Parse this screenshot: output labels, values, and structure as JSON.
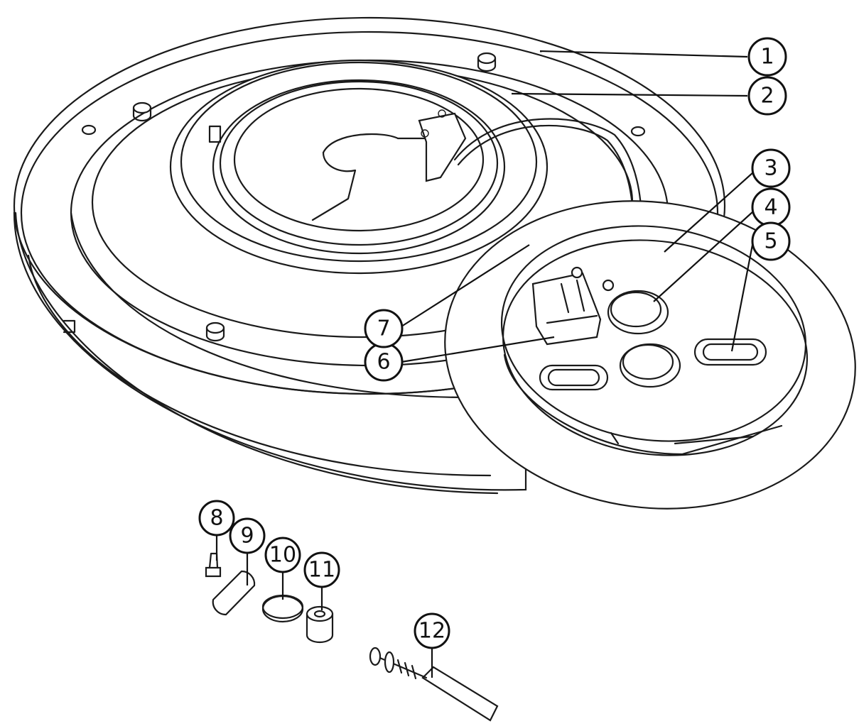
{
  "callouts": [
    {
      "id": "1",
      "label": "1"
    },
    {
      "id": "2",
      "label": "2"
    },
    {
      "id": "3",
      "label": "3"
    },
    {
      "id": "4",
      "label": "4"
    },
    {
      "id": "5",
      "label": "5"
    },
    {
      "id": "6",
      "label": "6"
    },
    {
      "id": "7",
      "label": "7"
    },
    {
      "id": "8",
      "label": "8"
    },
    {
      "id": "9",
      "label": "9"
    },
    {
      "id": "10",
      "label": "10"
    },
    {
      "id": "11",
      "label": "11"
    },
    {
      "id": "12",
      "label": "12"
    }
  ],
  "colors": {
    "stroke": "#1a1a1a",
    "background": "#ffffff"
  }
}
